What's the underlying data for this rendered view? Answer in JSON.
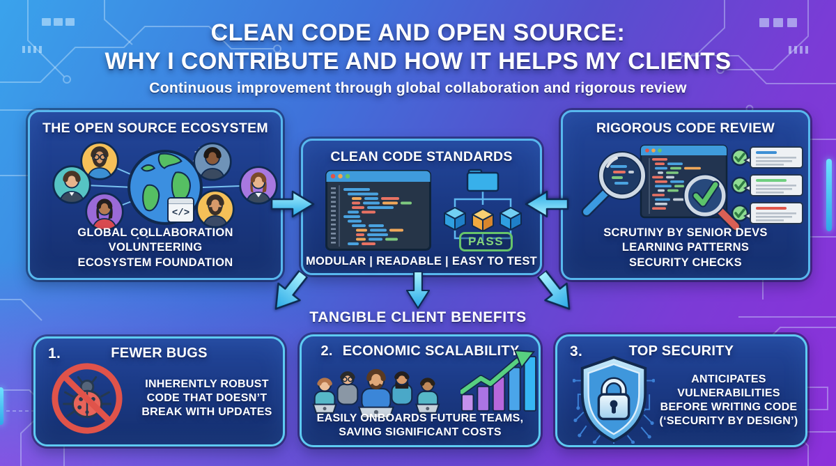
{
  "header": {
    "title_line1": "CLEAN CODE AND OPEN SOURCE:",
    "title_line2": "WHY I CONTRIBUTE AND HOW IT HELPS MY CLIENTS",
    "subtitle": "Continuous improvement through global collaboration and rigorous review"
  },
  "boxes": {
    "ecosystem": {
      "title": "THE OPEN SOURCE ECOSYSTEM",
      "lines": [
        "GLOBAL COLLABORATION",
        "VOLUNTEERING",
        "ECOSYSTEM FOUNDATION"
      ]
    },
    "standards": {
      "title": "CLEAN CODE STANDARDS",
      "code_glyph": "</>",
      "pass_label": "PASS",
      "footer": "MODULAR | READABLE | EASY TO TEST"
    },
    "review": {
      "title": "RIGOROUS CODE REVIEW",
      "lines": [
        "SCRUTINY BY SENIOR DEVS",
        "LEARNING PATTERNS",
        "SECURITY CHECKS"
      ]
    }
  },
  "benefits": {
    "heading": "TANGIBLE CLIENT BENEFITS",
    "items": [
      {
        "number": "1.",
        "title": "FEWER BUGS",
        "description": "INHERENTLY ROBUST CODE THAT DOESN’T BREAK WITH UPDATES"
      },
      {
        "number": "2.",
        "title": "ECONOMIC SCALABILITY",
        "description": "EASILY ONBOARDS FUTURE TEAMS, SAVING SIGNIFICANT COSTS"
      },
      {
        "number": "3.",
        "title": "TOP SECURITY",
        "description": "ANTICIPATES VULNERABILITIES BEFORE WRITING CODE (‘SECURITY BY DESIGN’)"
      }
    ]
  },
  "icons": {
    "globe": "globe-icon",
    "code_window": "code-editor-window-icon",
    "folder": "folder-icon",
    "cube": "module-cube-icon",
    "pass_badge": "pass-badge",
    "magnifier": "magnifying-glass-icon",
    "check": "checkmark-icon",
    "comment_bubble": "comment-bubble-icon",
    "bug_ban": "no-bugs-icon",
    "team": "team-icon",
    "bar_chart": "growth-chart-icon",
    "shield_lock": "security-shield-lock-icon",
    "arrow": "flow-arrow-icon"
  },
  "colors": {
    "background_blue": "#3aa3ec",
    "background_purple": "#8d30da",
    "panel_navy": "#1b3a86",
    "panel_border": "#58b8ee",
    "arrow_cyan": "#3ec6f0",
    "pass_green": "#67c46a",
    "check_green": "#8fdc92",
    "error_red": "#e0564a",
    "code_blue": "#4aa3e0",
    "code_orange": "#f0a85a",
    "code_green": "#7ec97f",
    "bar_purple": "#ab74e4",
    "bar_blue": "#36b6f4"
  }
}
